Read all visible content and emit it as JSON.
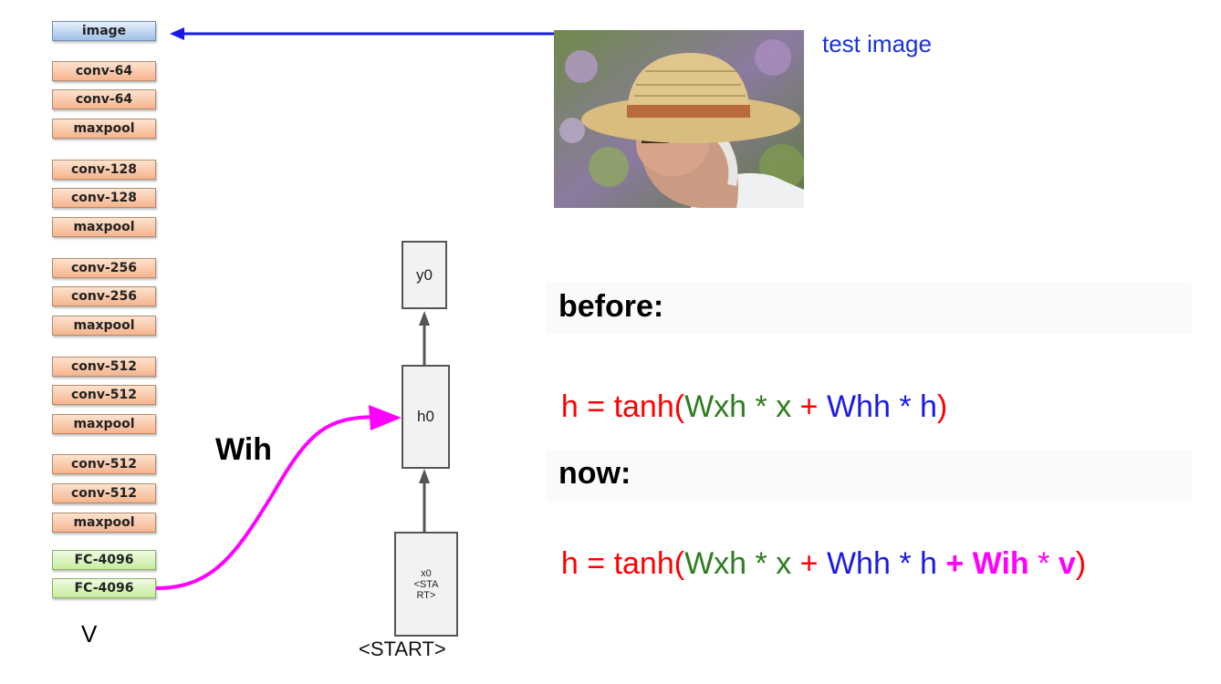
{
  "layers": [
    {
      "label": "image",
      "kind": "img"
    },
    {
      "label": "conv-64",
      "kind": "conv"
    },
    {
      "label": "conv-64",
      "kind": "conv"
    },
    {
      "label": "maxpool",
      "kind": "conv"
    },
    {
      "label": "conv-128",
      "kind": "conv"
    },
    {
      "label": "conv-128",
      "kind": "conv"
    },
    {
      "label": "maxpool",
      "kind": "conv"
    },
    {
      "label": "conv-256",
      "kind": "conv"
    },
    {
      "label": "conv-256",
      "kind": "conv"
    },
    {
      "label": "maxpool",
      "kind": "conv"
    },
    {
      "label": "conv-512",
      "kind": "conv"
    },
    {
      "label": "conv-512",
      "kind": "conv"
    },
    {
      "label": "maxpool",
      "kind": "conv"
    },
    {
      "label": "conv-512",
      "kind": "conv"
    },
    {
      "label": "conv-512",
      "kind": "conv"
    },
    {
      "label": "maxpool",
      "kind": "conv"
    },
    {
      "label": "FC-4096",
      "kind": "fc"
    },
    {
      "label": "FC-4096",
      "kind": "fc"
    }
  ],
  "v_label": "V",
  "rnn": {
    "y0": "y0",
    "h0": "h0",
    "x0_lines": [
      "x0",
      "<STA",
      "RT>"
    ],
    "start_label": "<START>"
  },
  "wih_label": "Wih",
  "test_image": {
    "label": "test image"
  },
  "before": {
    "heading": "before:",
    "equation": [
      {
        "text": "h = ",
        "color": "red"
      },
      {
        "text": "tanh(",
        "color": "red"
      },
      {
        "text": "Wxh * x ",
        "color": "green"
      },
      {
        "text": "+ ",
        "color": "red"
      },
      {
        "text": "Whh * h",
        "color": "blue"
      },
      {
        "text": ")",
        "color": "red"
      }
    ]
  },
  "now": {
    "heading": "now:",
    "equation": [
      {
        "text": "h = ",
        "color": "red"
      },
      {
        "text": "tanh(",
        "color": "red"
      },
      {
        "text": "Wxh * x ",
        "color": "green"
      },
      {
        "text": "+ ",
        "color": "red"
      },
      {
        "text": "Whh * h ",
        "color": "blue"
      },
      {
        "text": "+ Wih ",
        "color": "magenta",
        "bold": true
      },
      {
        "text": "* ",
        "color": "magenta"
      },
      {
        "text": "v",
        "color": "magenta",
        "bold": true
      },
      {
        "text": ")",
        "color": "red"
      }
    ]
  },
  "colors": {
    "red": "#ff0000",
    "green": "#2e7d1f",
    "blue": "#1a1ae6",
    "magenta": "#ff00ff",
    "arrow_blue": "#1a1ae6",
    "arrow_magenta": "#ff00ff"
  }
}
